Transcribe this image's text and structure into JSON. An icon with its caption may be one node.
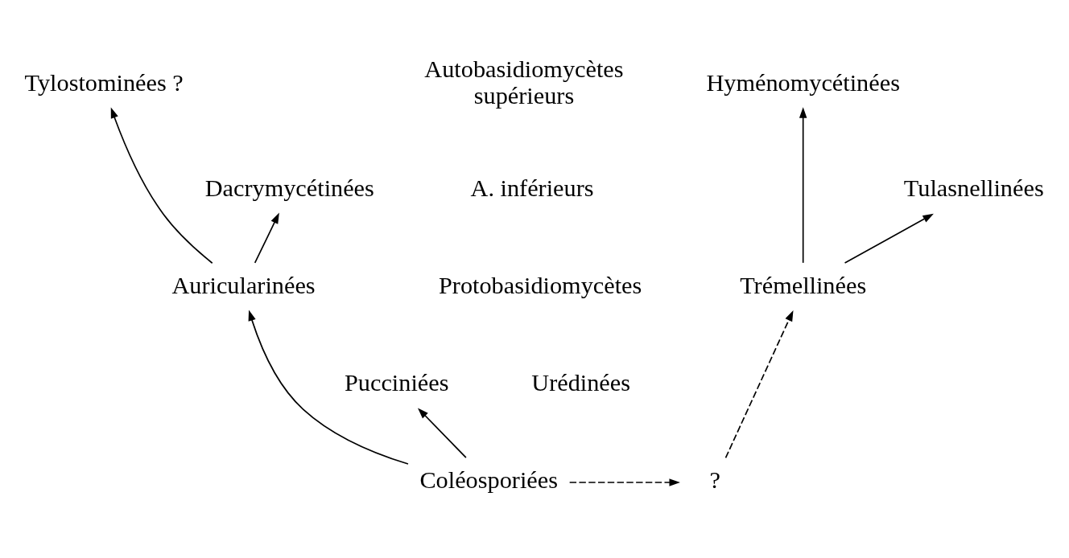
{
  "diagram": {
    "nodes": [
      {
        "text": [
          "Tylostominées ?"
        ]
      },
      {
        "text": [
          "Hyménomycétinées"
        ]
      },
      {
        "text": [
          "Dacrymycétinées"
        ]
      },
      {
        "text": [
          "Tulasnellinées"
        ]
      },
      {
        "text": [
          "Auricularinées"
        ]
      },
      {
        "text": [
          "Trémellinées"
        ]
      },
      {
        "text": [
          "Pucciniées"
        ]
      },
      {
        "text": [
          "Coléosporiées"
        ]
      },
      {
        "text": [
          "?"
        ]
      }
    ],
    "edges": [
      {
        "from": 4,
        "to": 0,
        "arrow": "to"
      },
      {
        "from": 4,
        "to": 2,
        "arrow": "to"
      },
      {
        "from": 5,
        "to": 1,
        "arrow": "to"
      },
      {
        "from": 5,
        "to": 3,
        "arrow": "to"
      },
      {
        "from": 7,
        "to": 4,
        "arrow": "to"
      },
      {
        "from": 7,
        "to": 6,
        "arrow": "to"
      },
      {
        "from": 7,
        "to": 8,
        "arrow": "to",
        "style": "dashed"
      },
      {
        "from": 8,
        "to": 5,
        "arrow": "to",
        "style": "dashed"
      }
    ],
    "labels": [
      "Autobasidiomycètes supérieurs",
      "A. inférieurs",
      "Protobasidiomycètes",
      "Urédinées"
    ]
  }
}
